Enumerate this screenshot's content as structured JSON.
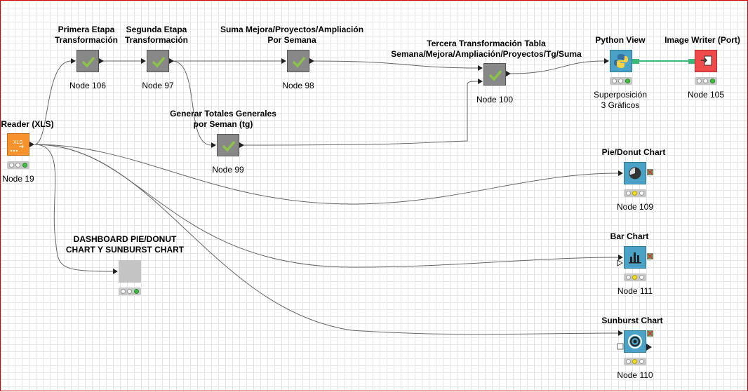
{
  "nodes": {
    "reader": {
      "title": "Reader (XLS)",
      "label": "Node 19",
      "icon_text": "XLS"
    },
    "n106": {
      "title_line1": "Primera Etapa",
      "title_line2": "Transformación",
      "label": "Node 106"
    },
    "n97": {
      "title_line1": "Segunda Etapa",
      "title_line2": "Transformación",
      "label": "Node 97"
    },
    "n98": {
      "title_line1": "Suma Mejora/Proyectos/Ampliación",
      "title_line2": "Por Semana",
      "label": "Node 98"
    },
    "n100": {
      "title_line1": "Tercera Transformación Tabla",
      "title_line2": "Semana/Mejora/Ampliación/Proyectos/Tg/Suma",
      "label": "Node 100"
    },
    "n99": {
      "title_line1": "Generar Totales Generales",
      "title_line2": "por Seman (tg)",
      "label": "Node 99"
    },
    "python": {
      "title": "Python View",
      "label_line1": "Superposición",
      "label_line2": "3 Gráficos"
    },
    "imgwriter": {
      "title": "Image Writer (Port)",
      "label": "Node 105"
    },
    "dashboard": {
      "title_line1": "DASHBOARD PIE/DONUT",
      "title_line2": "CHART Y SUNBURST CHART"
    },
    "pie": {
      "title": "Pie/Donut Chart",
      "label": "Node 109"
    },
    "bar": {
      "title": "Bar Chart",
      "label": "Node 111"
    },
    "sunburst": {
      "title": "Sunburst Chart",
      "label": "Node 110"
    }
  },
  "colors": {
    "reader": "#f7932d",
    "metanode": "#888888",
    "view": "#4aa2c6",
    "writer": "#ef4b4b",
    "dashboard": "#c4c4c4",
    "status_green": "#3fc03f",
    "status_yellow": "#f2e31b"
  }
}
